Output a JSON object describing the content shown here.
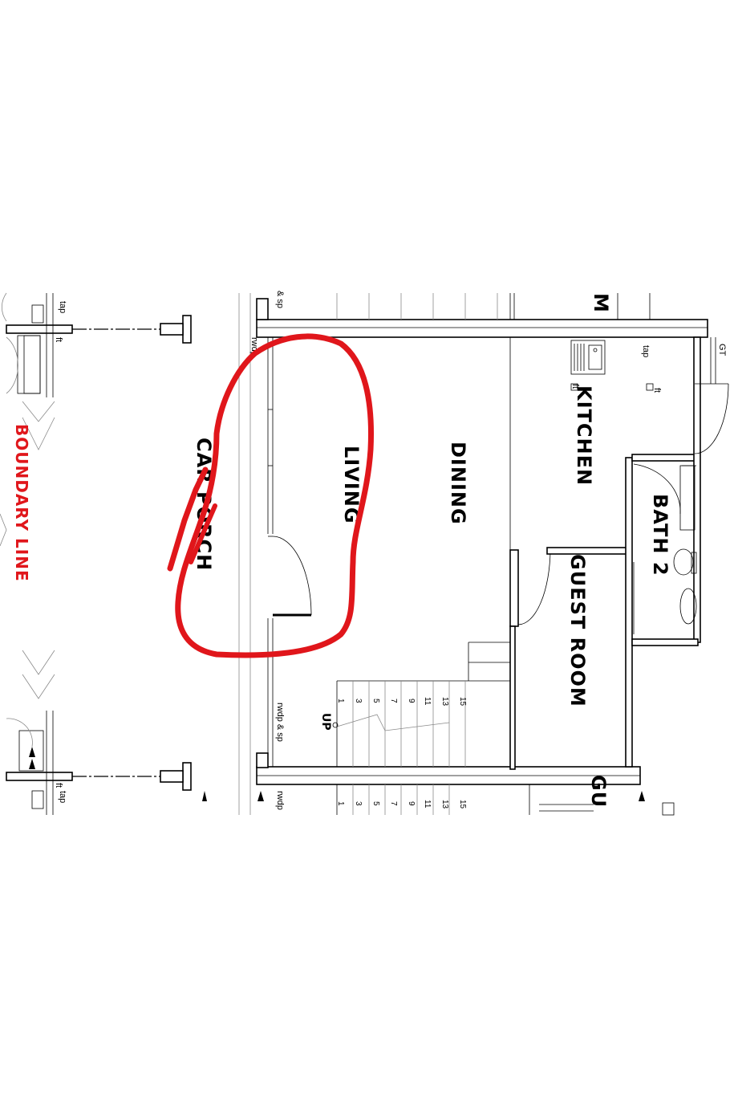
{
  "rooms": {
    "car_porch": "CAR PORCH",
    "living": "LIVING",
    "dining": "DINING",
    "kitchen": "KITCHEN",
    "guest_room": "GUEST ROOM",
    "bath_2": "BATH 2",
    "partial_top": "M",
    "partial_bottom": "GU"
  },
  "boundary_line": "BOUNDARY LINE",
  "notes": {
    "tap": "tap",
    "ft": "ft",
    "sp_top": "& sp",
    "rwdp": "rwdp",
    "rwdp_sp": "rwdp & sp",
    "gt": "GT",
    "up": "UP"
  },
  "stair_numbers": [
    "1",
    "3",
    "5",
    "7",
    "9",
    "11",
    "13",
    "15"
  ],
  "colors": {
    "annotation": "#e0161b",
    "boundary": "#e0161b",
    "lines": "#000000"
  }
}
